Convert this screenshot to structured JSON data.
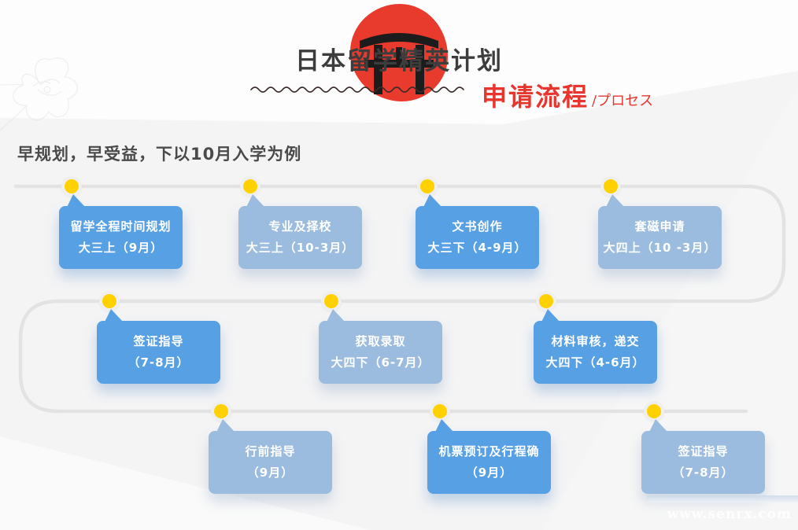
{
  "header": {
    "title": "日本留学精英计划",
    "section_title": "申请流程",
    "section_subtitle": "/プロセス"
  },
  "intro": "早规划，早受益，下以10月入学为例",
  "watermark": "www.senrx.com",
  "colors": {
    "accent_red": "#e8352e",
    "sun_red": "#e83a2d",
    "step_dark_blue": "#58a0e4",
    "step_light_blue": "#9bbcde",
    "node_yellow": "#ffd100",
    "timeline_gray": "#e3e3e4",
    "background": "#f4f4f5"
  },
  "timeline": {
    "rows": [
      {
        "steps": [
          {
            "title": "留学全程时间规划",
            "period": "大三上（9月）",
            "variant": "dark"
          },
          {
            "title": "专业及择校",
            "period": "大三上（10-3月）",
            "variant": "light"
          },
          {
            "title": "文书创作",
            "period": "大三下（4-9月）",
            "variant": "dark"
          },
          {
            "title": "套磁申请",
            "period": "大四上（10 -3月）",
            "variant": "light"
          }
        ]
      },
      {
        "steps": [
          {
            "title": "签证指导",
            "period": "（7-8月）",
            "variant": "dark"
          },
          {
            "title": "获取录取",
            "period": "大四下（6-7月）",
            "variant": "light"
          },
          {
            "title": "材料审核，递交",
            "period": "大四下（4-6月）",
            "variant": "dark"
          }
        ]
      },
      {
        "steps": [
          {
            "title": "行前指导",
            "period": "（9月）",
            "variant": "light"
          },
          {
            "title": "机票预订及行程确",
            "period": "（9月）",
            "variant": "dark"
          },
          {
            "title": "签证指导",
            "period": "（7-8月）",
            "variant": "light"
          }
        ]
      }
    ]
  }
}
